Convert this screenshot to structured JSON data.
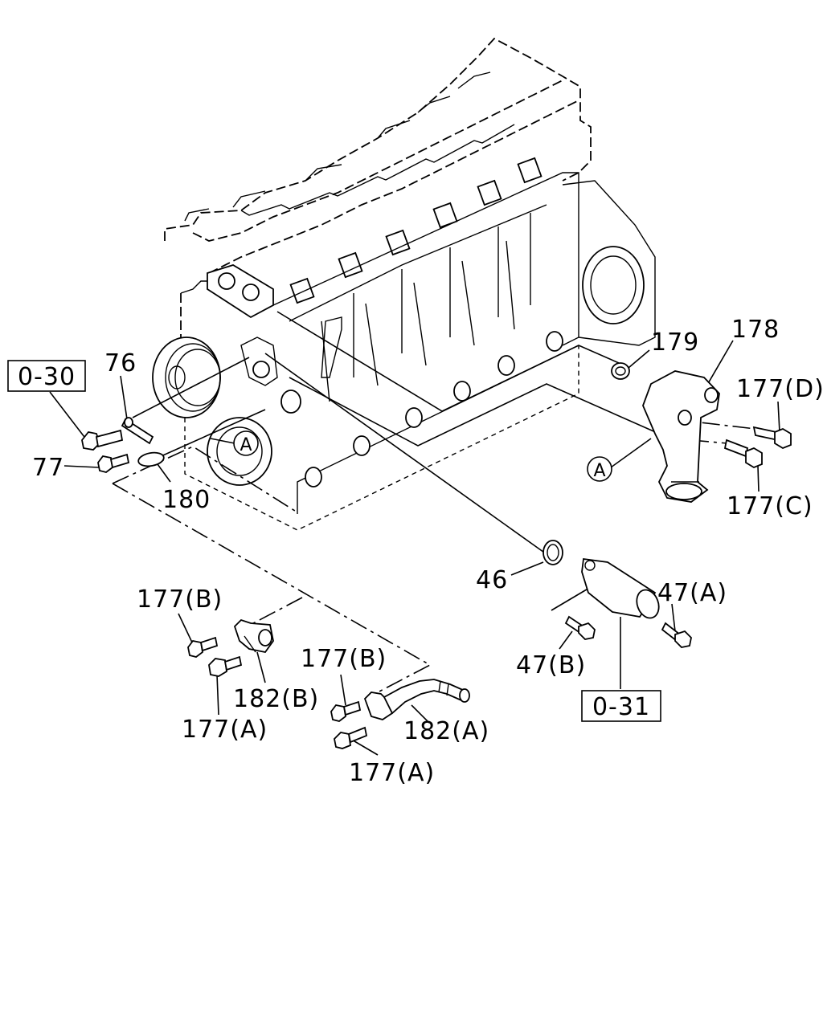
{
  "callouts": {
    "ref_0_30": "0-30",
    "ref_0_31": "0-31",
    "p76": "76",
    "p77": "77",
    "p180": "180",
    "p179": "179",
    "p178": "178",
    "p177d": "177(D)",
    "p177c": "177(C)",
    "p46": "46",
    "p47a": "47(A)",
    "p47b": "47(B)",
    "p177b_left": "177(B)",
    "p182b": "182(B)",
    "p177a_left": "177(A)",
    "p177b_mid": "177(B)",
    "p182a": "182(A)",
    "p177a_mid": "177(A)",
    "circle_a_left": "A",
    "circle_a_right": "A"
  }
}
